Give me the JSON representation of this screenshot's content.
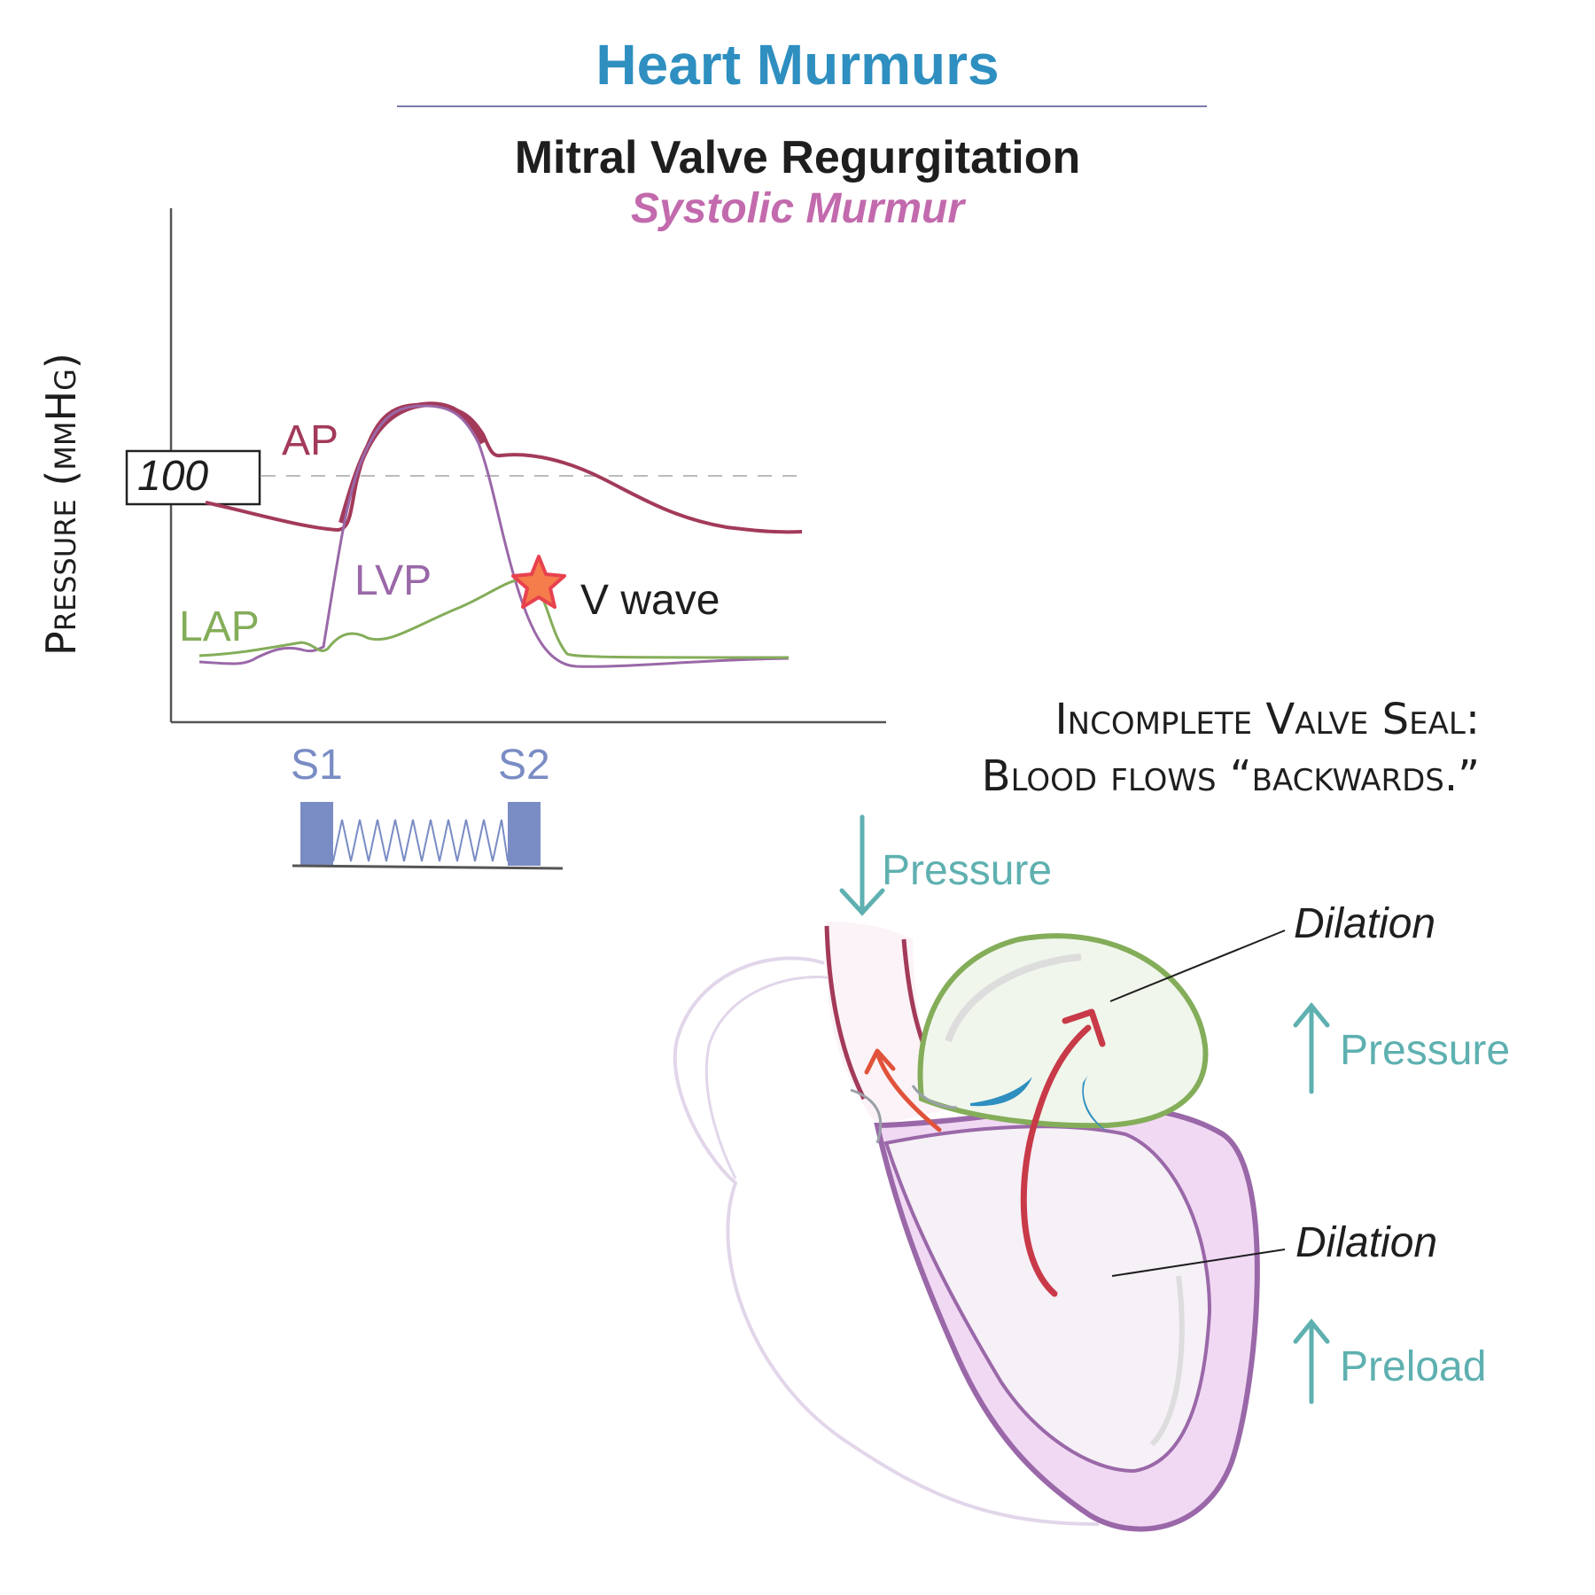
{
  "header": {
    "title": "Heart Murmurs",
    "subtitle": "Mitral Valve Regurgitation",
    "murmur_type": "Systolic Murmur"
  },
  "graph": {
    "y_axis_label": "Pressure (mmHg)",
    "reference_value": "100",
    "curves": {
      "ap": "AP",
      "lvp": "LVP",
      "lap": "LAP"
    },
    "annotation": "V wave",
    "heart_sounds": [
      "S1",
      "S2"
    ]
  },
  "heart": {
    "caption_line1": "Incomplete Valve Seal:",
    "caption_line2": "Blood flows “backwards.”",
    "labels": {
      "atrium_pressure": "Pressure",
      "atrium_dilation": "Dilation",
      "left_pressure": "Pressure",
      "ventricle_dilation": "Dilation",
      "preload": "Preload"
    }
  },
  "colors": {
    "title": "#2e8fc0",
    "ap": "#a33a5a",
    "lvp": "#9a68a8",
    "lap": "#84ad59",
    "heart_sounds": "#7a8cc4",
    "indicator": "#5fb0b0"
  }
}
